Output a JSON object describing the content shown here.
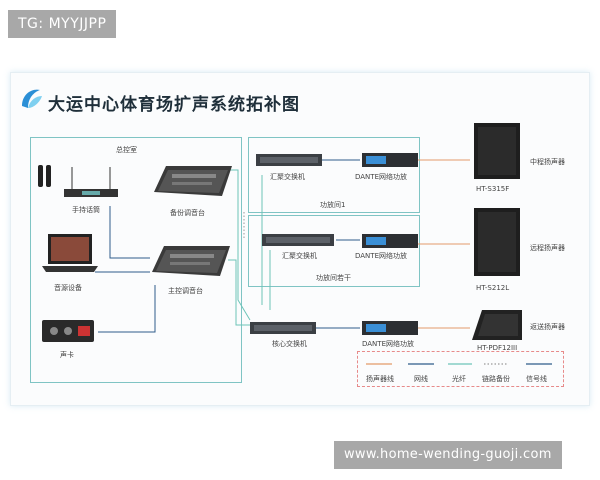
{
  "watermark_top": "TG: MYYJJPP",
  "watermark_bottom": "www.home-wending-guoji.com",
  "title": "大运中心体育场扩声系统拓补图",
  "labels": {
    "control_room": "总控室",
    "handheld_mic": "手持话筒",
    "backup_console": "备份调音台",
    "audio_source": "音源设备",
    "main_console": "主控调音台",
    "sound_card": "声卡",
    "aggregation_switch_1": "汇聚交换机",
    "dante_amp_1": "DANTE网络功放",
    "amp_room_1": "功放间1",
    "aggregation_switch_2": "汇聚交换机",
    "dante_amp_2": "DANTE网络功放",
    "amp_room_n": "功放间若干",
    "core_switch": "核心交换机",
    "dante_amp_3": "DANTE网络功放",
    "speaker_mid_name": "中程扬声器",
    "speaker_mid_model": "HT-S315F",
    "speaker_far_name": "远程扬声器",
    "speaker_far_model": "HT-S212L",
    "speaker_return_name": "返送扬声器",
    "speaker_return_model": "HT-PDF12III"
  },
  "legend": [
    {
      "label": "扬声器线",
      "color": "#e39a6a",
      "style": "solid"
    },
    {
      "label": "网线",
      "color": "#2f5d8a",
      "style": "solid"
    },
    {
      "label": "光纤",
      "color": "#6cc4b8",
      "style": "solid"
    },
    {
      "label": "链路备份",
      "color": "#999999",
      "style": "dotted"
    },
    {
      "label": "信号线",
      "color": "#2f5d8a",
      "style": "solid"
    }
  ]
}
